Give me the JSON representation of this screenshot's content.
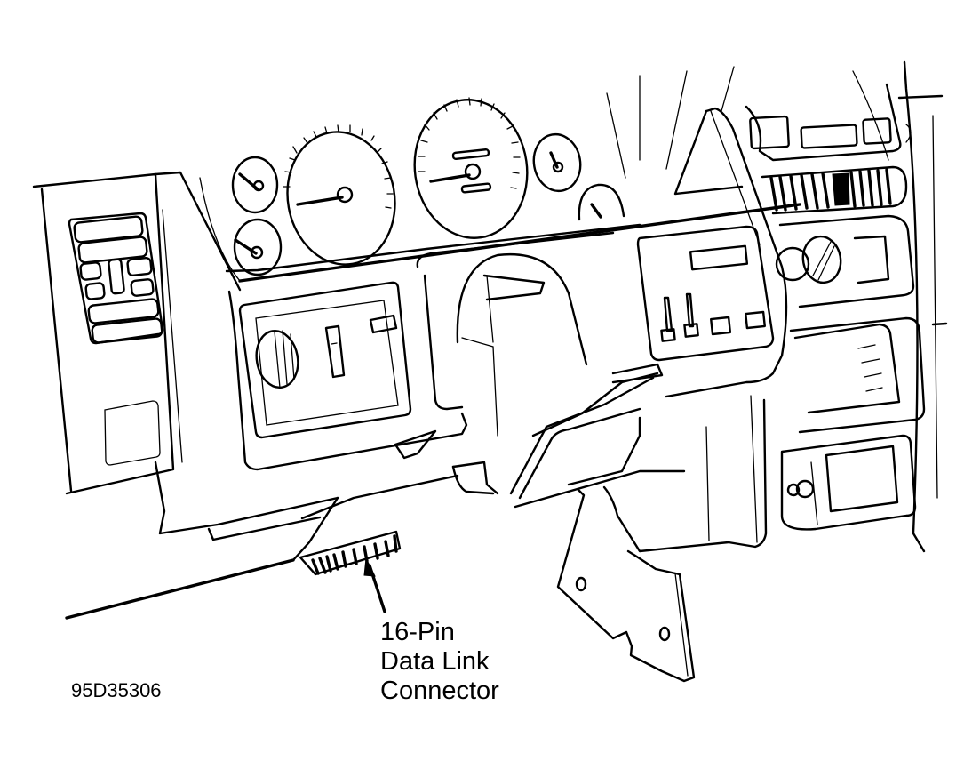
{
  "figure": {
    "type": "technical-illustration",
    "subject": "instrument panel / dashboard",
    "figure_number": "95D35306"
  },
  "callouts": [
    {
      "id": "dlc",
      "lines": [
        "16-Pin",
        "Data Link",
        "Connector"
      ],
      "points_to": "data-link-connector"
    }
  ],
  "components": {
    "gauges": [
      "small-gauge-upper-left",
      "small-gauge-lower-left",
      "tachometer",
      "speedometer",
      "small-gauge-upper-right",
      "small-gauge-right"
    ],
    "left_switch_panel": "switch-cluster",
    "left_lower_panel": "blank-cover",
    "headlamp_panel": [
      "headlamp-knob",
      "dimmer-slot",
      "indicator"
    ],
    "center_stack": [
      "radio-buttons",
      "air-vent",
      "climate-knobs",
      "climate-control-panel",
      "ashtray-lighter"
    ],
    "steering_column": "steering-column-opening",
    "connector": "16-pin-data-link-connector",
    "bracket": "knee-bolster-bracket"
  },
  "colors": {
    "ink": "#000000",
    "paper": "#ffffff"
  }
}
